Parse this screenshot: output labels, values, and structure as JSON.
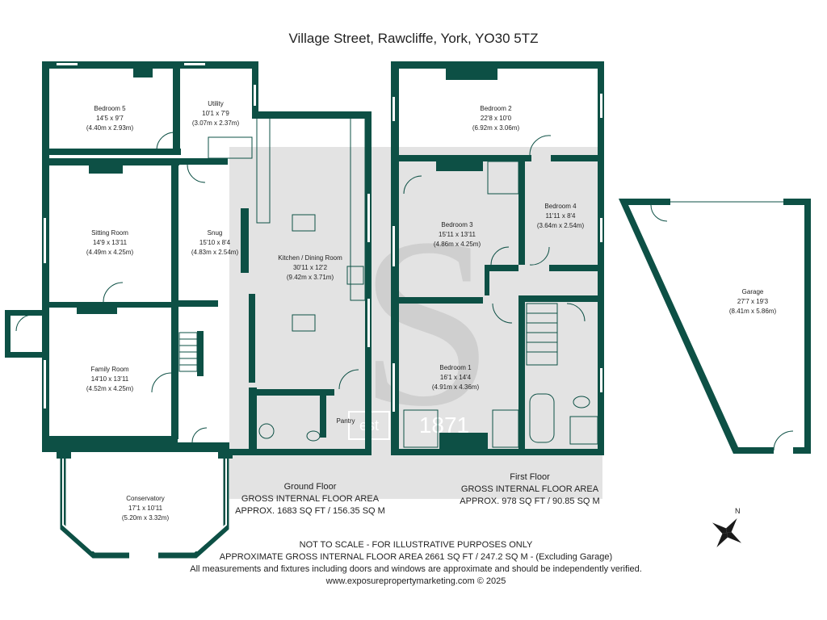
{
  "title": "Village Street, Rawcliffe, York, YO30 5TZ",
  "colors": {
    "wall": "#0d5045",
    "watermark": "#d9d9d9",
    "watermark_dark": "#bfbfbf"
  },
  "rooms": {
    "bedroom5": {
      "name": "Bedroom 5",
      "imperial": "14'5 x 9'7",
      "metric": "(4.40m x 2.93m)"
    },
    "utility": {
      "name": "Utility",
      "imperial": "10'1 x 7'9",
      "metric": "(3.07m x 2.37m)"
    },
    "sitting": {
      "name": "Sitting Room",
      "imperial": "14'9 x 13'11",
      "metric": "(4.49m x 4.25m)"
    },
    "snug": {
      "name": "Snug",
      "imperial": "15'10 x 8'4",
      "metric": "(4.83m x 2.54m)"
    },
    "kitchen": {
      "name": "Kitchen / Dining Room",
      "imperial": "30'11 x 12'2",
      "metric": "(9.42m x 3.71m)"
    },
    "family": {
      "name": "Family Room",
      "imperial": "14'10 x 13'11",
      "metric": "(4.52m x 4.25m)"
    },
    "pantry": {
      "name": "Pantry"
    },
    "conservatory": {
      "name": "Conservatory",
      "imperial": "17'1 x 10'11",
      "metric": "(5.20m x 3.32m)"
    },
    "bedroom2": {
      "name": "Bedroom 2",
      "imperial": "22'8 x 10'0",
      "metric": "(6.92m x 3.06m)"
    },
    "bedroom3": {
      "name": "Bedroom 3",
      "imperial": "15'11 x 13'11",
      "metric": "(4.86m x 4.25m)"
    },
    "bedroom4": {
      "name": "Bedroom 4",
      "imperial": "11'11 x 8'4",
      "metric": "(3.64m x 2.54m)"
    },
    "bedroom1": {
      "name": "Bedroom 1",
      "imperial": "16'1 x 14'4",
      "metric": "(4.91m x 4.36m)"
    },
    "garage": {
      "name": "Garage",
      "imperial": "27'7 x 19'3",
      "metric": "(8.41m x 5.86m)"
    }
  },
  "ground_floor": {
    "title": "Ground Floor",
    "area_label": "GROSS INTERNAL FLOOR AREA",
    "area": "APPROX. 1683 SQ FT / 156.35 SQ M"
  },
  "first_floor": {
    "title": "First Floor",
    "area_label": "GROSS INTERNAL FLOOR AREA",
    "area": "APPROX. 978 SQ FT / 90.85 SQ M"
  },
  "footer": {
    "line1": "NOT TO SCALE - FOR ILLUSTRATIVE PURPOSES ONLY",
    "line2": "APPROXIMATE GROSS INTERNAL FLOOR AREA 2661 SQ FT / 247.2 SQ M - (Excluding Garage)",
    "line3": "All measurements and fixtures including doors and windows are approximate and should be independently verified.",
    "line4": "www.exposurepropertymarketing.com © 2025"
  },
  "watermark": {
    "letter": "S",
    "est": "est",
    "year": "1871"
  },
  "compass": {
    "label": "N",
    "icon": "compass-rose-icon"
  }
}
